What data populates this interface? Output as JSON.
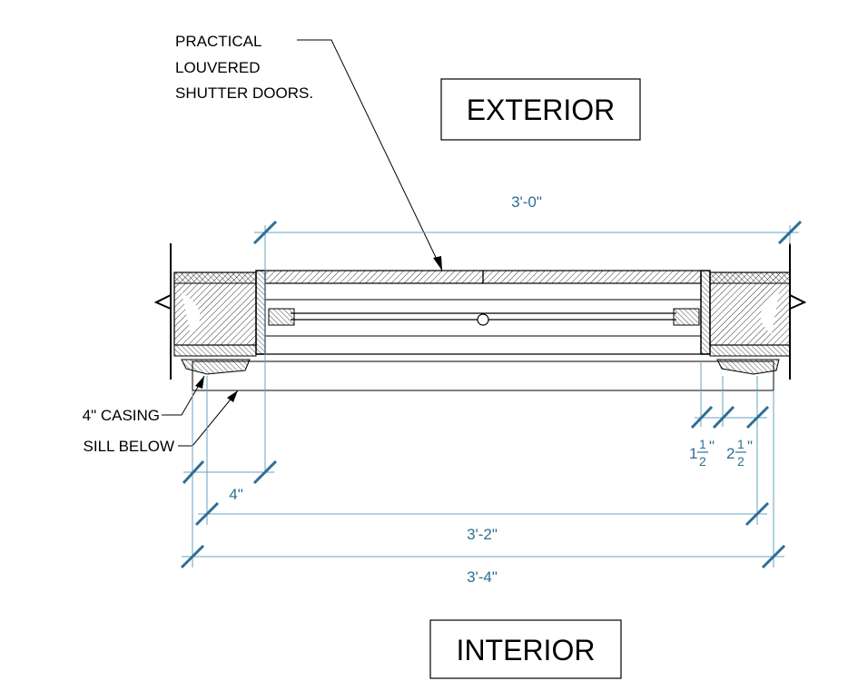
{
  "notes": {
    "shutter_line1": "PRACTICAL",
    "shutter_line2": "LOUVERED",
    "shutter_line3": "SHUTTER DOORS.",
    "casing": "4\" CASING",
    "sill": "SILL BELOW"
  },
  "rooms": {
    "exterior": "EXTERIOR",
    "interior": "INTERIOR"
  },
  "dimensions": {
    "opening": "3'-0\"",
    "casing_width": "4\"",
    "inner_overall": "3'-2\"",
    "outer_overall": "3'-4\"",
    "small_a_whole": "1",
    "small_a_num": "1",
    "small_a_den": "2",
    "small_a_unit": "\"",
    "small_b_whole": "2",
    "small_b_num": "1",
    "small_b_den": "2",
    "small_b_unit": "\""
  },
  "colors": {
    "dimension": "#2f6e93",
    "dimension_line": "#6aa0c4",
    "linework": "#000000"
  }
}
